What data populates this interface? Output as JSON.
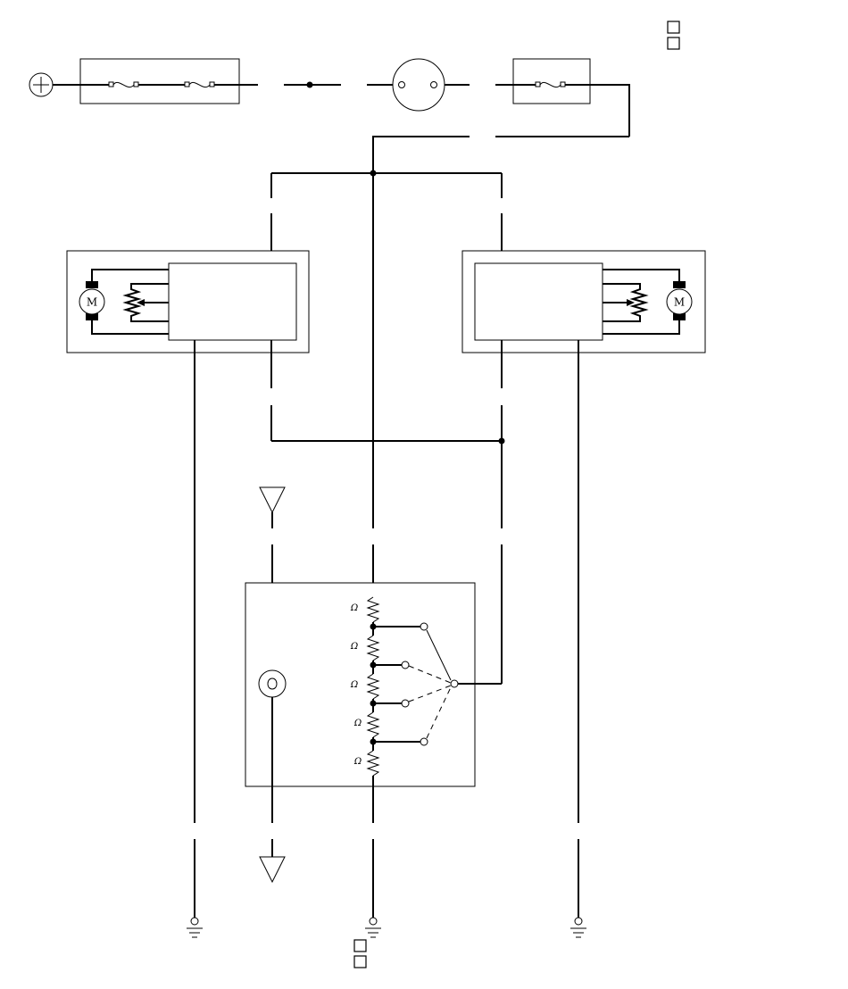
{
  "labels": {
    "motor_left": "M",
    "motor_right": "M",
    "resistor_symbol": "Ω",
    "unreadable_glyph": "□"
  },
  "colors": {
    "wire": "#000000",
    "background": "#ffffff"
  }
}
